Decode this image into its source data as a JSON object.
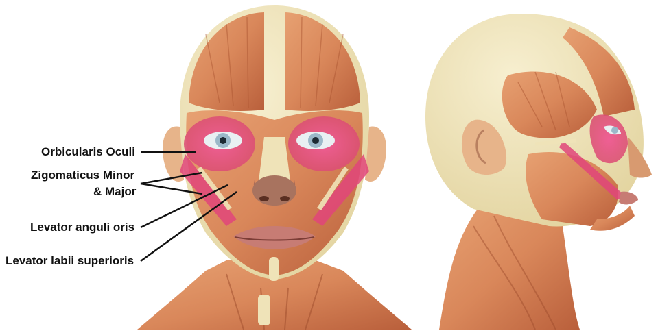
{
  "image": {
    "subject": "face-muscle-anatomy",
    "views": [
      "front",
      "side"
    ]
  },
  "labels": {
    "orbicularis_oculi": "Orbicularis Oculi",
    "zigomaticus_line1": "Zigomaticus Minor",
    "zigomaticus_line2": "& Major",
    "levator_anguli": "Levator anguli oris",
    "levator_labii": "Levator labii superioris"
  },
  "colors": {
    "muscle": "#d98a5c",
    "muscle_dark": "#b9603a",
    "highlight": "#e0457a",
    "skull": "#efe3b8",
    "eye_iris": "#9bb8c9",
    "lips": "#c77c74",
    "leader_line": "#111111"
  }
}
